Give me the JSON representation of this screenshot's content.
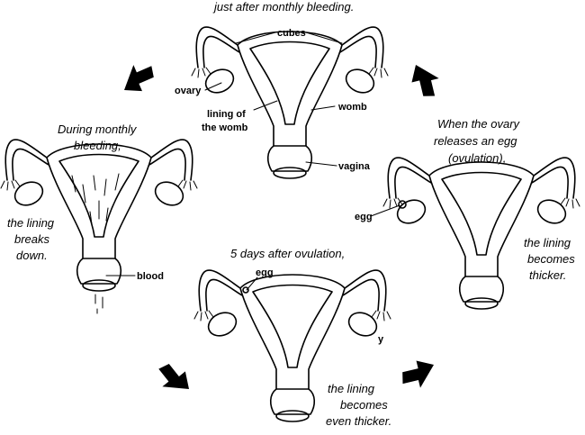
{
  "captions": {
    "top": "just after monthly bleeding.",
    "left_1": "During monthly",
    "left_2": "bleeding,",
    "left_side_1": "the lining",
    "left_side_2": "breaks",
    "left_side_3": "down.",
    "right_1": "When the ovary",
    "right_2": "releases an egg",
    "right_3": "(ovulation),",
    "right_side_1": "the lining",
    "right_side_2": "becomes",
    "right_side_3": "thicker.",
    "bottom": "5 days after ovulation,",
    "bottom_side_1": "the lining",
    "bottom_side_2": "becomes",
    "bottom_side_3": "even thicker."
  },
  "labels": {
    "cubes": "cubes",
    "ovary": "ovary",
    "lining_1": "lining of",
    "lining_2": "the womb",
    "womb": "womb",
    "vagina": "vagina",
    "egg": "egg",
    "blood": "blood",
    "egg_bottom": "egg",
    "stray_mark": "y"
  }
}
